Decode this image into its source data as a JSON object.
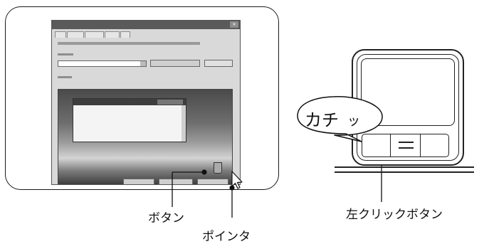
{
  "labels": {
    "button": "ボタン",
    "pointer": "ポインタ",
    "left_click_button": "左クリックボタン"
  },
  "bubble": {
    "main": "カチ",
    "small": "ッ"
  }
}
